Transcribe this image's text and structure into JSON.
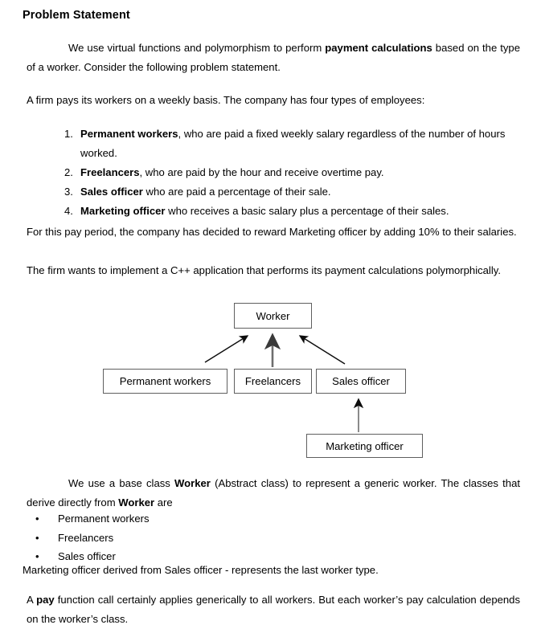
{
  "document": {
    "heading": "Problem Statement",
    "intro_indent": "",
    "intro_part1": "We use virtual functions and polymorphism to perform ",
    "intro_bold": "payment calculations",
    "intro_part2": " based on the type of a worker. Consider the following problem statement.",
    "firm_line": "A firm pays its workers on a weekly basis. The company has four types of employees:",
    "employee_types": [
      {
        "number": "1.",
        "bold": "Permanent workers",
        "rest": ", who are paid a fixed weekly salary regardless of the number of hours worked."
      },
      {
        "number": "2.",
        "bold": "Freelancers",
        "rest": ", who are paid by the hour and receive overtime pay."
      },
      {
        "number": "3.",
        "bold": "Sales officer",
        "rest": " who are paid a percentage of their sale."
      },
      {
        "number": "4.",
        "bold": "Marketing officer",
        "rest": " who receives a basic salary plus a percentage of their sales."
      }
    ],
    "reward_para": "For this pay period, the company has decided to reward Marketing officer by adding 10% to their salaries.",
    "implement_para": "The firm wants to implement a C++ application that performs its payment calculations polymorphically.",
    "base_class_part1": "We use a base class ",
    "base_class_bold1": "Worker",
    "base_class_part2": " (Abstract class) to represent a generic worker. The classes that derive directly from ",
    "base_class_bold2": "Worker",
    "base_class_part3": " are",
    "derived_classes": [
      {
        "bullet": "•",
        "label": "Permanent workers"
      },
      {
        "bullet": "•",
        "label": "Freelancers"
      },
      {
        "bullet": "•",
        "label": "Sales officer"
      }
    ],
    "marketing_line": "Marketing officer derived from Sales officer - represents the last worker type.",
    "pay_part1": "A ",
    "pay_bold": "pay",
    "pay_part2": " function call certainly applies generically to all workers. But each worker’s pay calculation depends on the worker’s class."
  },
  "diagram": {
    "boxes": {
      "worker": "Worker",
      "permanent_workers": "Permanent workers",
      "freelancers": "Freelancers",
      "sales_officer": "Sales officer",
      "marketing_officer": "Marketing officer"
    },
    "colors": {
      "box_border": "#5f5f5f",
      "arrow_black": "#0d0d0d",
      "arrow_gray": "#6e6e6e"
    }
  }
}
